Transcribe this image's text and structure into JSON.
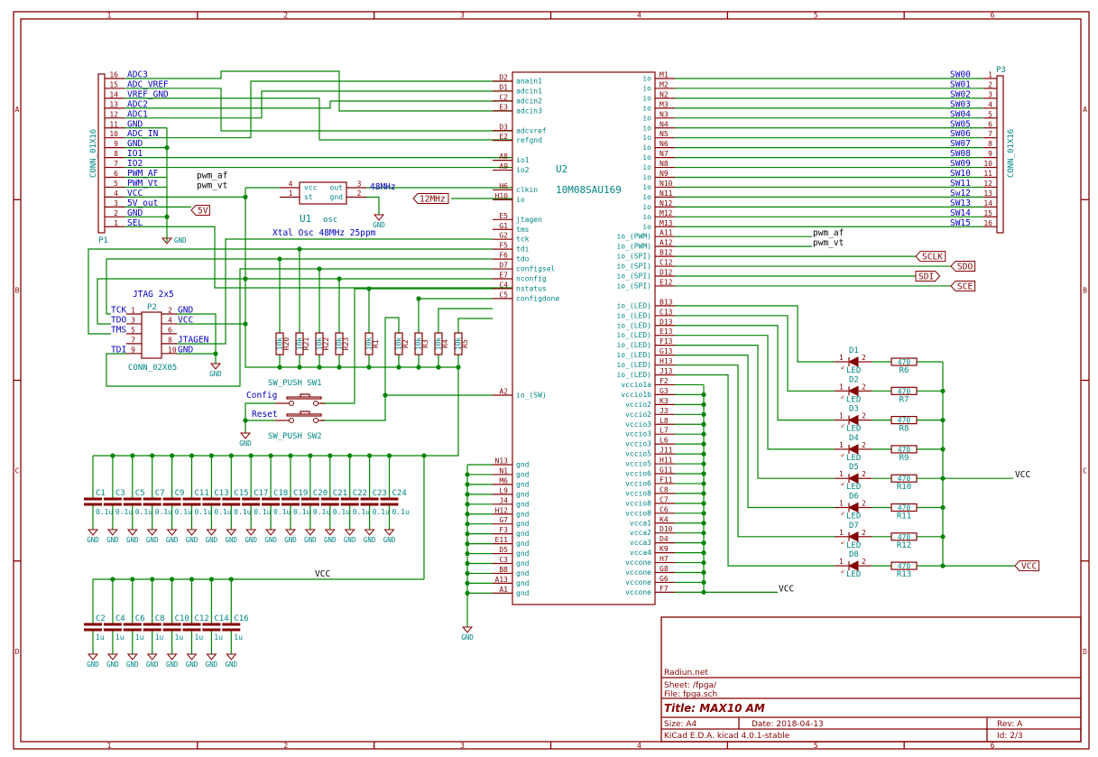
{
  "frame": {
    "columns": [
      "1",
      "2",
      "3",
      "4",
      "5",
      "6"
    ],
    "rows": [
      "A",
      "B",
      "C",
      "D"
    ]
  },
  "title_block": {
    "company": "Radiun.net",
    "sheet": "Sheet: /fpga/",
    "file": "File: fpga.sch",
    "title": "Title: MAX10 AM",
    "size": "Size: A4",
    "date": "Date: 2018-04-13",
    "rev": "Rev: A",
    "tool": "KiCad E.D.A.  kicad 4.0.1-stable",
    "id": "Id: 2/3"
  },
  "p1": {
    "ref": "P1",
    "value": "CONN_01X16",
    "pins": [
      {
        "num": "16",
        "label": "ADC3"
      },
      {
        "num": "15",
        "label": "ADC_VREF"
      },
      {
        "num": "14",
        "label": "VREF_GND"
      },
      {
        "num": "13",
        "label": "ADC2"
      },
      {
        "num": "12",
        "label": "ADC1"
      },
      {
        "num": "11",
        "label": "GND"
      },
      {
        "num": "10",
        "label": "ADC_IN"
      },
      {
        "num": "9",
        "label": "GND"
      },
      {
        "num": "8",
        "label": "IO1"
      },
      {
        "num": "7",
        "label": "IO2"
      },
      {
        "num": "6",
        "label": "PWM_AF"
      },
      {
        "num": "5",
        "label": "PWM_Vt"
      },
      {
        "num": "4",
        "label": "VCC"
      },
      {
        "num": "3",
        "label": "5V_out"
      },
      {
        "num": "2",
        "label": "GND"
      },
      {
        "num": "1",
        "label": "SEL"
      }
    ],
    "net_pwm_af": "pwm_af",
    "net_pwm_vt": "pwm_vt",
    "global_5v": "5V",
    "gnd": "GND"
  },
  "p3": {
    "ref": "P3",
    "value": "CONN_01X16",
    "pins": [
      {
        "num": "1",
        "label": "SW00"
      },
      {
        "num": "2",
        "label": "SW01"
      },
      {
        "num": "3",
        "label": "SW02"
      },
      {
        "num": "4",
        "label": "SW03"
      },
      {
        "num": "5",
        "label": "SW04"
      },
      {
        "num": "6",
        "label": "SW05"
      },
      {
        "num": "7",
        "label": "SW06"
      },
      {
        "num": "8",
        "label": "SW07"
      },
      {
        "num": "9",
        "label": "SW08"
      },
      {
        "num": "10",
        "label": "SW09"
      },
      {
        "num": "11",
        "label": "SW10"
      },
      {
        "num": "12",
        "label": "SW11"
      },
      {
        "num": "13",
        "label": "Sw12"
      },
      {
        "num": "14",
        "label": "SW13"
      },
      {
        "num": "15",
        "label": "SW14"
      },
      {
        "num": "16",
        "label": "SW15"
      }
    ]
  },
  "u1": {
    "ref": "U1",
    "value": "osc",
    "desc": "Xtal Osc 48MHz 25ppm",
    "pins_left": [
      {
        "num": "4",
        "name": "vcc"
      },
      {
        "num": "1",
        "name": "st"
      }
    ],
    "pins_right": [
      {
        "num": "3",
        "name": "out"
      },
      {
        "num": "2",
        "name": "gnd"
      }
    ],
    "out_label": "48MHz",
    "global_12mhz": "12MHz",
    "gnd": "GND"
  },
  "u2": {
    "ref": "U2",
    "value": "10M08SAU169",
    "left_top": [
      {
        "pin": "D2",
        "name": "anain1"
      },
      {
        "pin": "D1",
        "name": "adcin1"
      },
      {
        "pin": "C2",
        "name": "adcin2"
      },
      {
        "pin": "E3",
        "name": "adcin3"
      },
      {
        "pin": "",
        "name": ""
      },
      {
        "pin": "D3",
        "name": "adcvref"
      },
      {
        "pin": "E2",
        "name": "refgnd"
      },
      {
        "pin": "",
        "name": ""
      },
      {
        "pin": "A8",
        "name": "io1"
      },
      {
        "pin": "A9",
        "name": "io2"
      },
      {
        "pin": "",
        "name": ""
      },
      {
        "pin": "H6",
        "name": "clkin"
      },
      {
        "pin": "H10",
        "name": "io"
      },
      {
        "pin": "",
        "name": ""
      },
      {
        "pin": "E5",
        "name": "jtagen"
      },
      {
        "pin": "G1",
        "name": "tms"
      },
      {
        "pin": "G2",
        "name": "tck"
      },
      {
        "pin": "F5",
        "name": "tdi"
      },
      {
        "pin": "F6",
        "name": "tdo"
      },
      {
        "pin": "D7",
        "name": "configsel"
      },
      {
        "pin": "E7",
        "name": "nconfig"
      },
      {
        "pin": "C4",
        "name": "nstatus"
      },
      {
        "pin": "C5",
        "name": "configdone"
      }
    ],
    "left_sw": {
      "pin": "A2",
      "name": "io_(SW)"
    },
    "left_gnd": [
      {
        "pin": "N13",
        "name": "gnd"
      },
      {
        "pin": "N1",
        "name": "gnd"
      },
      {
        "pin": "M6",
        "name": "gnd"
      },
      {
        "pin": "L9",
        "name": "gnd"
      },
      {
        "pin": "J4",
        "name": "gnd"
      },
      {
        "pin": "H12",
        "name": "gnd"
      },
      {
        "pin": "G7",
        "name": "gnd"
      },
      {
        "pin": "F3",
        "name": "gnd"
      },
      {
        "pin": "E11",
        "name": "gnd"
      },
      {
        "pin": "D5",
        "name": "gnd"
      },
      {
        "pin": "C3",
        "name": "gnd"
      },
      {
        "pin": "B8",
        "name": "gnd"
      },
      {
        "pin": "A13",
        "name": "gnd"
      },
      {
        "pin": "A1",
        "name": "gnd"
      }
    ],
    "right": [
      {
        "pin": "M1",
        "name": "io"
      },
      {
        "pin": "M2",
        "name": "io"
      },
      {
        "pin": "N2",
        "name": "io"
      },
      {
        "pin": "M3",
        "name": "io"
      },
      {
        "pin": "N3",
        "name": "io"
      },
      {
        "pin": "N4",
        "name": "io"
      },
      {
        "pin": "N5",
        "name": "io"
      },
      {
        "pin": "N6",
        "name": "io"
      },
      {
        "pin": "N7",
        "name": "io"
      },
      {
        "pin": "N8",
        "name": "io"
      },
      {
        "pin": "N9",
        "name": "io"
      },
      {
        "pin": "N10",
        "name": "io"
      },
      {
        "pin": "N11",
        "name": "io"
      },
      {
        "pin": "N12",
        "name": "io"
      },
      {
        "pin": "M12",
        "name": "io"
      },
      {
        "pin": "M13",
        "name": "io"
      },
      {
        "pin": "A11",
        "name": "io_(PWM)"
      },
      {
        "pin": "A12",
        "name": "io_(PWM)"
      },
      {
        "pin": "B12",
        "name": "io_(SPI)"
      },
      {
        "pin": "C12",
        "name": "io_(SPI)"
      },
      {
        "pin": "D12",
        "name": "io_(SPI)"
      },
      {
        "pin": "E12",
        "name": "io_(SPI)"
      },
      {
        "pin": "",
        "name": ""
      },
      {
        "pin": "B13",
        "name": "io_(LED)"
      },
      {
        "pin": "C13",
        "name": "io_(LED)"
      },
      {
        "pin": "D13",
        "name": "io_(LED)"
      },
      {
        "pin": "E13",
        "name": "io_(LED)"
      },
      {
        "pin": "F13",
        "name": "io_(LED)"
      },
      {
        "pin": "G13",
        "name": "io_(LED)"
      },
      {
        "pin": "H13",
        "name": "io_(LED)"
      },
      {
        "pin": "J13",
        "name": "io_(LED)"
      },
      {
        "pin": "F2",
        "name": "vccio1a"
      },
      {
        "pin": "G3",
        "name": "vccio1b"
      },
      {
        "pin": "K3",
        "name": "vccio2"
      },
      {
        "pin": "J3",
        "name": "vccio2"
      },
      {
        "pin": "L8",
        "name": "vccio3"
      },
      {
        "pin": "L7",
        "name": "vccio3"
      },
      {
        "pin": "L6",
        "name": "vccio3"
      },
      {
        "pin": "J11",
        "name": "vccio5"
      },
      {
        "pin": "H11",
        "name": "vccio5"
      },
      {
        "pin": "G11",
        "name": "vccio6"
      },
      {
        "pin": "F11",
        "name": "vccio6"
      },
      {
        "pin": "C8",
        "name": "vccio8"
      },
      {
        "pin": "C7",
        "name": "vccio8"
      },
      {
        "pin": "C6",
        "name": "vccio8"
      },
      {
        "pin": "K4",
        "name": "vcca1"
      },
      {
        "pin": "D10",
        "name": "vcca2"
      },
      {
        "pin": "D4",
        "name": "vcca3"
      },
      {
        "pin": "K9",
        "name": "vcca4"
      },
      {
        "pin": "H7",
        "name": "vccone"
      },
      {
        "pin": "G8",
        "name": "vccone"
      },
      {
        "pin": "G6",
        "name": "vccone"
      },
      {
        "pin": "F7",
        "name": "vccone"
      }
    ],
    "net_pwm_af": "pwm_af",
    "net_pwm_vt": "pwm_vt",
    "spi_globals": [
      "SCLK",
      "SDO",
      "SDI",
      "SCE"
    ],
    "vcc_net": "VCC",
    "gnd": "GND"
  },
  "p2": {
    "title": "JTAG 2x5",
    "ref": "P2",
    "value": "CONN_02X05",
    "left": [
      {
        "num": "1",
        "label": "TCK"
      },
      {
        "num": "3",
        "label": "TDO"
      },
      {
        "num": "5",
        "label": "TMS"
      },
      {
        "num": "7",
        "label": ""
      },
      {
        "num": "9",
        "label": "TDI"
      }
    ],
    "right": [
      {
        "num": "2",
        "label": "GND"
      },
      {
        "num": "4",
        "label": "VCC"
      },
      {
        "num": "6",
        "label": ""
      },
      {
        "num": "8",
        "label": "JTAGEN"
      },
      {
        "num": "10",
        "label": "GND"
      }
    ],
    "gnd": "GND"
  },
  "pullups": [
    {
      "ref": "R20",
      "value": "10k"
    },
    {
      "ref": "R21",
      "value": "10k"
    },
    {
      "ref": "R22",
      "value": "10k"
    },
    {
      "ref": "R23",
      "value": "10k"
    },
    {
      "ref": "R1",
      "value": "10k"
    },
    {
      "ref": "R2",
      "value": "10k"
    },
    {
      "ref": "R3",
      "value": "10k"
    },
    {
      "ref": "R4",
      "value": "10k"
    },
    {
      "ref": "R5",
      "value": "10k"
    }
  ],
  "switches": [
    {
      "ref": "SW1",
      "value": "SW_PUSH",
      "label": "Config"
    },
    {
      "ref": "SW2",
      "value": "SW_PUSH",
      "label": "Reset"
    }
  ],
  "switch_gnd": "GND",
  "leds": [
    {
      "ref": "D1",
      "value": "LED",
      "res_ref": "R6",
      "res_value": "470"
    },
    {
      "ref": "D2",
      "value": "LED",
      "res_ref": "R7",
      "res_value": "470"
    },
    {
      "ref": "D3",
      "value": "LED",
      "res_ref": "R8",
      "res_value": "470"
    },
    {
      "ref": "D4",
      "value": "LED",
      "res_ref": "R9",
      "res_value": "470"
    },
    {
      "ref": "D5",
      "value": "LED",
      "res_ref": "R10",
      "res_value": "470"
    },
    {
      "ref": "D6",
      "value": "LED",
      "res_ref": "R11",
      "res_value": "470"
    },
    {
      "ref": "D7",
      "value": "LED",
      "res_ref": "R12",
      "res_value": "470"
    },
    {
      "ref": "D8",
      "value": "LED",
      "res_ref": "R13",
      "res_value": "470"
    }
  ],
  "led_pin_a": "1",
  "led_pin_k": "2",
  "led_vcc_net": "VCC",
  "led_vcc_global": "VCC",
  "caps_small": [
    {
      "ref": "C1",
      "value": "0.1u"
    },
    {
      "ref": "C3",
      "value": "0.1u"
    },
    {
      "ref": "C5",
      "value": "0.1u"
    },
    {
      "ref": "C7",
      "value": "0.1u"
    },
    {
      "ref": "C9",
      "value": "0.1u"
    },
    {
      "ref": "C11",
      "value": "0.1u"
    },
    {
      "ref": "C13",
      "value": "0.1u"
    },
    {
      "ref": "C15",
      "value": "0.1u"
    },
    {
      "ref": "C17",
      "value": "0.1u"
    },
    {
      "ref": "C18",
      "value": "0.1u"
    },
    {
      "ref": "C19",
      "value": "0.1u"
    },
    {
      "ref": "C20",
      "value": "0.1u"
    },
    {
      "ref": "C21",
      "value": "0.1u"
    },
    {
      "ref": "C22",
      "value": "0.1u"
    },
    {
      "ref": "C23",
      "value": "0.1u"
    },
    {
      "ref": "C24",
      "value": "0.1u"
    }
  ],
  "caps_bulk": [
    {
      "ref": "C2",
      "value": "1u"
    },
    {
      "ref": "C4",
      "value": "1u"
    },
    {
      "ref": "C6",
      "value": "1u"
    },
    {
      "ref": "C8",
      "value": "1u"
    },
    {
      "ref": "C10",
      "value": "1u"
    },
    {
      "ref": "C12",
      "value": "1u"
    },
    {
      "ref": "C14",
      "value": "1u"
    },
    {
      "ref": "C16",
      "value": "1u"
    }
  ],
  "cap_gnd": "GND",
  "bulk_vcc_net": "VCC",
  "vcc_rail_net": "VCC"
}
